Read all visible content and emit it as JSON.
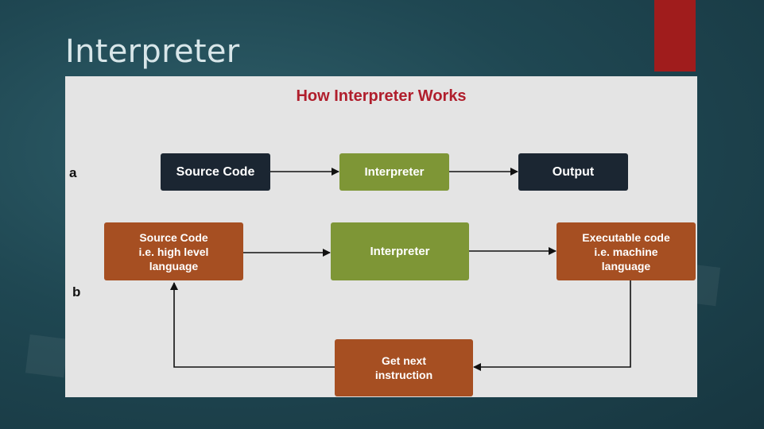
{
  "slide": {
    "title": "Interpreter"
  },
  "diagram": {
    "title": "How Interpreter Works",
    "row_a": {
      "label": "a",
      "source": "Source Code",
      "interpreter": "Interpreter",
      "output": "Output"
    },
    "row_b": {
      "label": "b",
      "source": "Source Code\ni.e. high level\nlanguage",
      "interpreter": "Interpreter",
      "executable": "Executable code\ni.e. machine\nlanguage",
      "next": "Get next\ninstruction"
    }
  },
  "colors": {
    "background": "#1f4752",
    "panel": "#e4e4e4",
    "title_red": "#b01e2c",
    "dark_box": "#1b2632",
    "green_box": "#7e9636",
    "brown_box": "#a64f22",
    "accent_tab": "#a01c1c"
  }
}
